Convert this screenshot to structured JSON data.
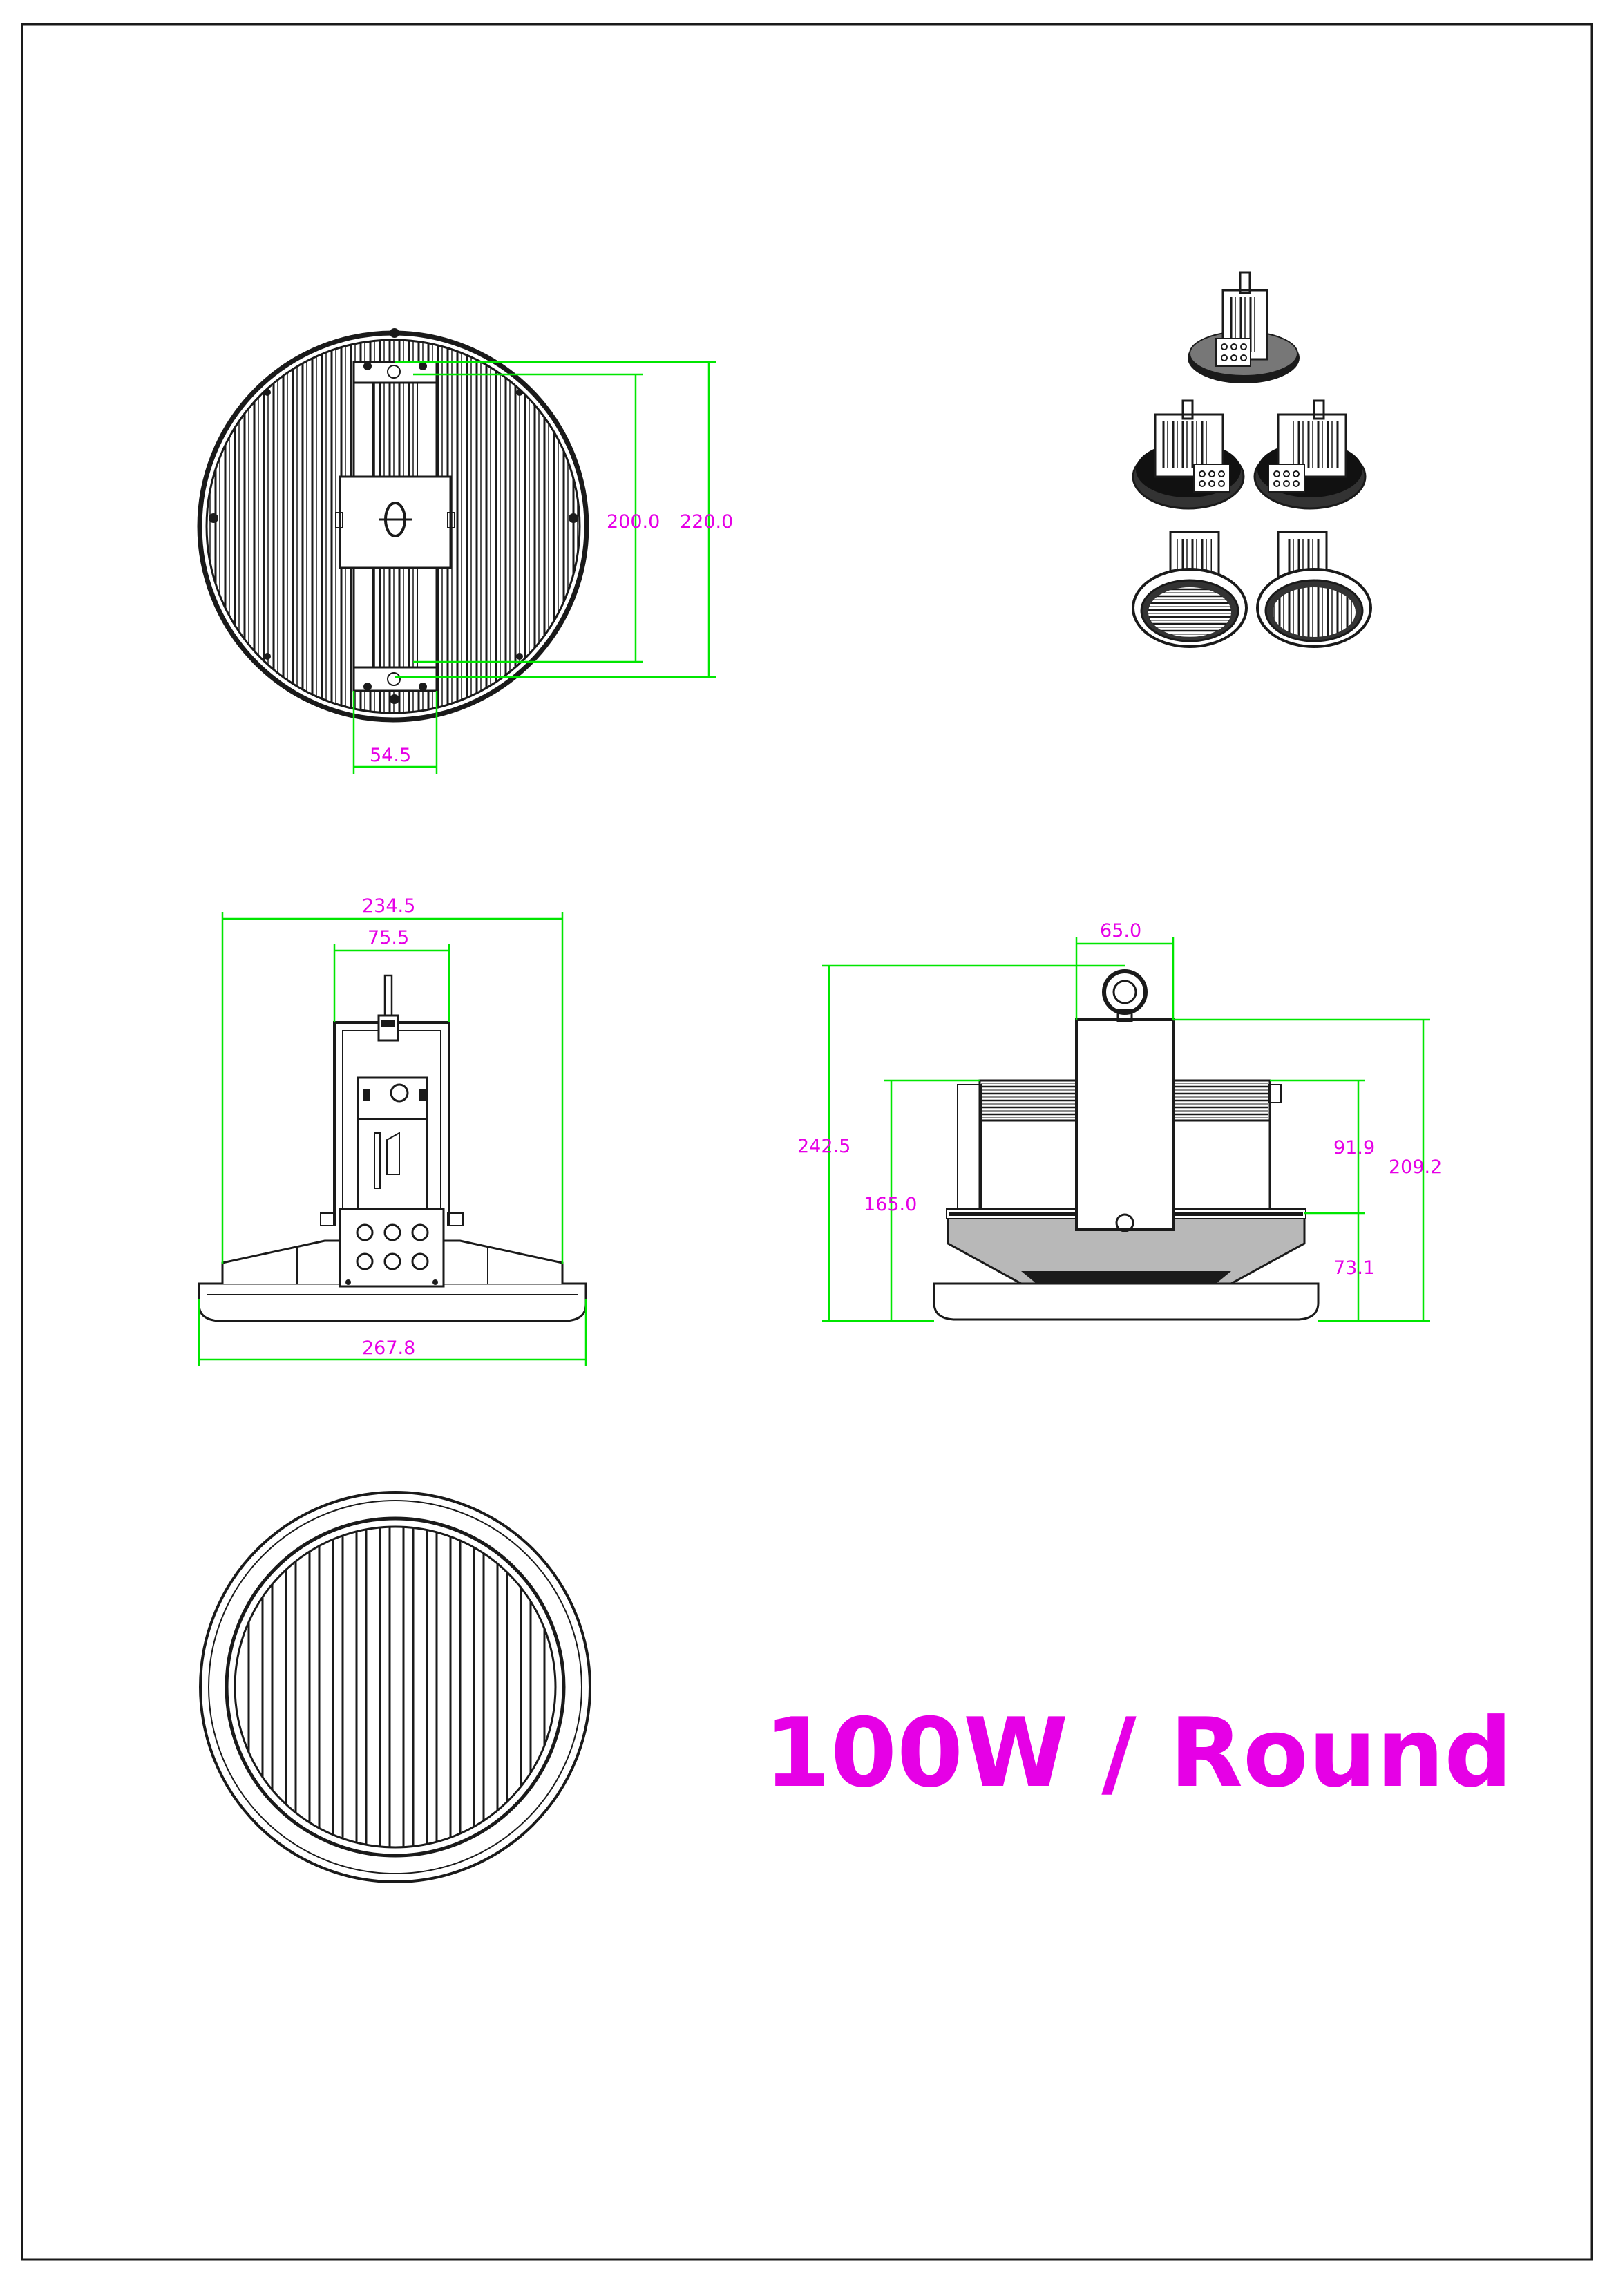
{
  "title": "100W / Round",
  "colors": {
    "dimension_line": "#00e600",
    "dimension_text": "#e600e6",
    "title": "#e600e6",
    "ink": "#1a1a1a",
    "paper": "#ffffff"
  },
  "views": {
    "top": {
      "dims": {
        "width_bracket": "54.5",
        "inner_length": "200.0",
        "outer_length": "220.0"
      }
    },
    "front": {
      "dims": {
        "bracket_width": "75.5",
        "overall_width": "234.5",
        "base_width": "267.8"
      }
    },
    "side": {
      "dims": {
        "bracket_width": "65.0",
        "overall_height": "242.5",
        "body_height": "165.0",
        "fin_height": "91.9",
        "height_no_hook": "209.2",
        "lower_height": "73.1"
      }
    },
    "bottom": {},
    "isometric": {}
  }
}
